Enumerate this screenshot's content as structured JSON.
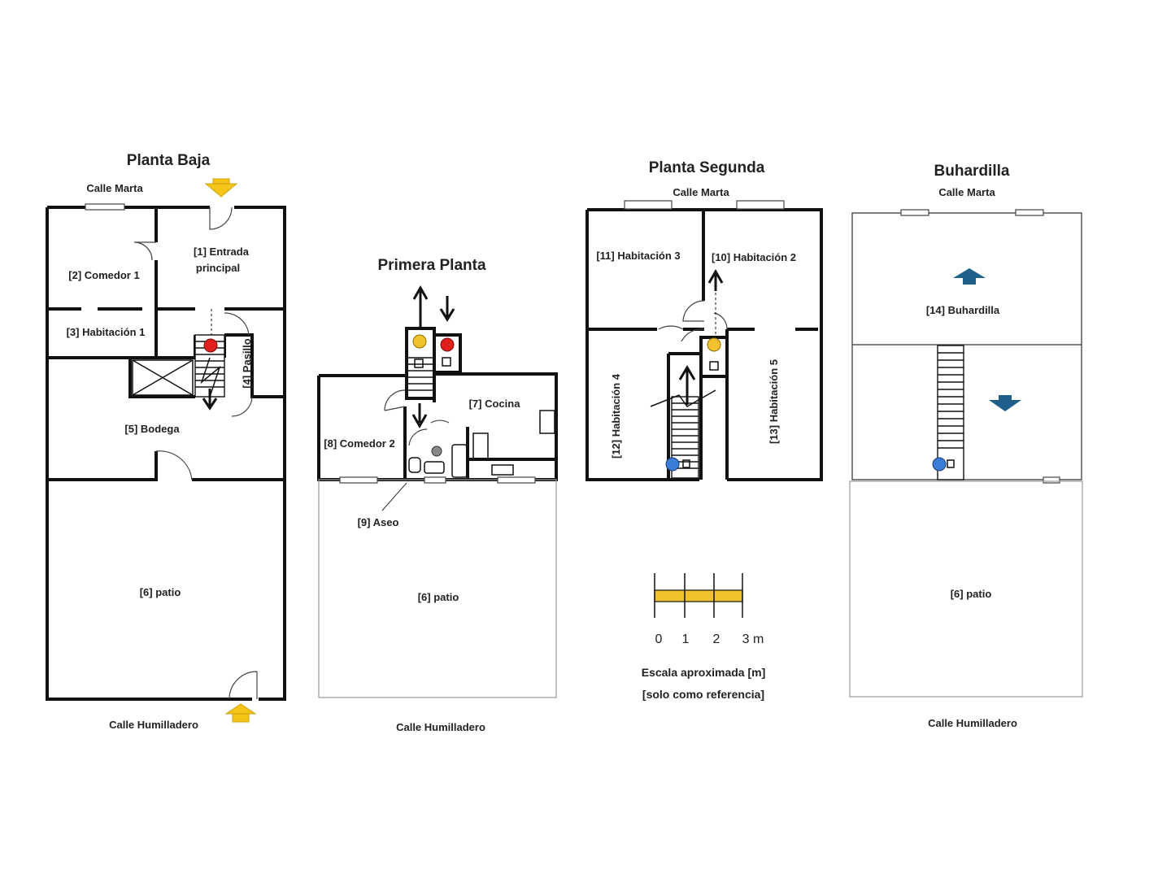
{
  "floors": {
    "ground": {
      "title": "Planta Baja",
      "street_top": "Calle Marta",
      "street_bottom": "Calle Humilladero"
    },
    "first": {
      "title": "Primera Planta",
      "street_bottom": "Calle Humilladero"
    },
    "second": {
      "title": "Planta Segunda",
      "street_top": "Calle Marta"
    },
    "attic": {
      "title": "Buhardilla",
      "street_top": "Calle Marta",
      "street_bottom": "Calle Humilladero"
    }
  },
  "rooms": {
    "r1_line1": "[1] Entrada",
    "r1_line2": "principal",
    "r2": "[2] Comedor 1",
    "r3": "[3] Habitación 1",
    "r4": "[4] Pasillo",
    "r5": "[5] Bodega",
    "r6": "[6] patio",
    "r7": "[7] Cocina",
    "r8": "[8] Comedor 2",
    "r9": "[9] Aseo",
    "r10": "[10] Habitación 2",
    "r11": "[11] Habitación 3",
    "r12": "[12] Habitación 4",
    "r13": "[13] Habitación 5",
    "r14": "[14] Buhardilla"
  },
  "scale": {
    "ticks": [
      "0",
      "1",
      "2",
      "3 m"
    ],
    "caption_line1": "Escala aproximada [m]",
    "caption_line2": "[solo como referencia]"
  },
  "colors": {
    "entry_arrow": "#f5c518",
    "scale_bar": "#f2c12e",
    "marker_red": "#e0201c",
    "marker_yellow": "#f2c12e",
    "marker_blue": "#3a7bd5",
    "attic_arrow": "#1f5f8b"
  }
}
